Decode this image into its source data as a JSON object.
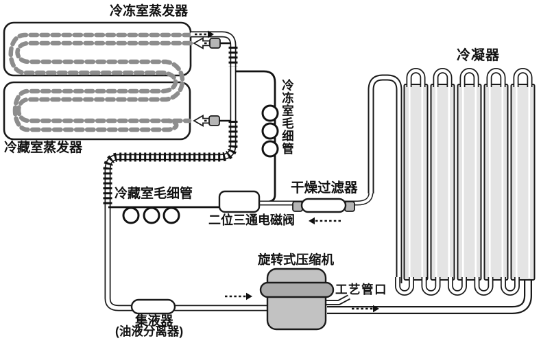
{
  "diagram_type": "refrigeration-cycle-schematic",
  "labels": {
    "freezer_evaporator": "冷冻室蒸发器",
    "fridge_evaporator": "冷藏室蒸发器",
    "freezer_capillary": "冷冻室毛细管",
    "condenser": "冷凝器",
    "fridge_capillary": "冷藏室毛细管",
    "drier_filter": "干燥过滤器",
    "solenoid_valve": "二位三通电磁阀",
    "compressor": "旋转式压缩机",
    "process_port": "工艺管口",
    "accumulator": "集液器",
    "accumulator_sub": "(油液分离器)"
  },
  "colors": {
    "line": "#1a1a1a",
    "coil_gray": "#8d8d8d",
    "connector_fill": "#b5b5b5",
    "compressor_body": "#c2c2c2",
    "compressor_band": "#a9a9a9",
    "condenser_panel": "#e4e4e4",
    "background": "#ffffff"
  },
  "arrows": [
    {
      "name": "evaporator-outlet-flow",
      "direction": "right",
      "style": "dashed"
    },
    {
      "name": "freezer-inlet-flow",
      "direction": "left",
      "style": "hollow"
    },
    {
      "name": "fridge-inlet-flow",
      "direction": "left",
      "style": "hollow"
    },
    {
      "name": "liquid-line-flow",
      "direction": "left",
      "style": "dashed"
    },
    {
      "name": "suction-line-flow",
      "direction": "right",
      "style": "dashed"
    },
    {
      "name": "discharge-line-flow",
      "direction": "right",
      "style": "dashed"
    }
  ],
  "components": [
    "freezer-evaporator-coil",
    "fridge-evaporator-coil",
    "freezer-capillary-coil",
    "fridge-capillary-coil",
    "condenser-panel",
    "solenoid-valve",
    "drier-filter",
    "accumulator",
    "rotary-compressor",
    "process-port"
  ]
}
